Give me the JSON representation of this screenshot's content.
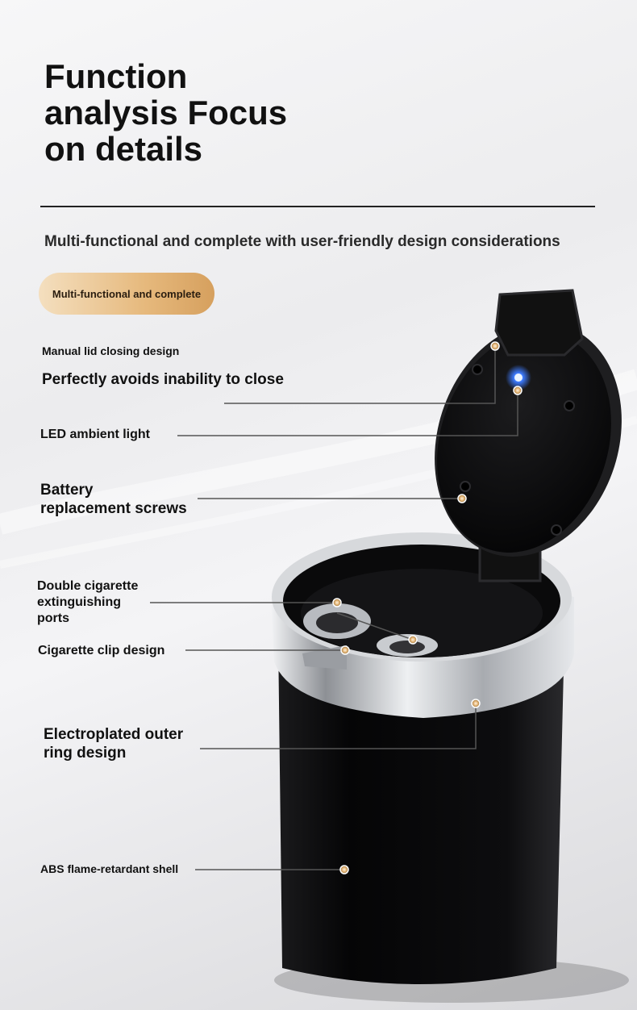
{
  "header": {
    "title_lines": [
      "Function",
      "analysis Focus",
      "on details"
    ],
    "subtitle": "Multi-functional and complete with user-friendly design considerations",
    "badge": "Multi-functional and complete"
  },
  "features": {
    "lid_small": "Manual lid closing design",
    "lid_large": "Perfectly avoids inability to close",
    "led": "LED ambient light",
    "battery_lines": [
      "Battery",
      "replacement screws"
    ],
    "ports_lines": [
      "Double cigarette",
      "extinguishing",
      "ports"
    ],
    "clip": "Cigarette clip design",
    "ring_lines": [
      "Electroplated outer",
      "ring design"
    ],
    "shell": "ABS flame-retardant shell"
  },
  "colors": {
    "accent_gold": "#e2b272",
    "led_blue": "#3d7bff",
    "body_black": "#0b0b0c",
    "chrome": "#cfd2d6"
  }
}
